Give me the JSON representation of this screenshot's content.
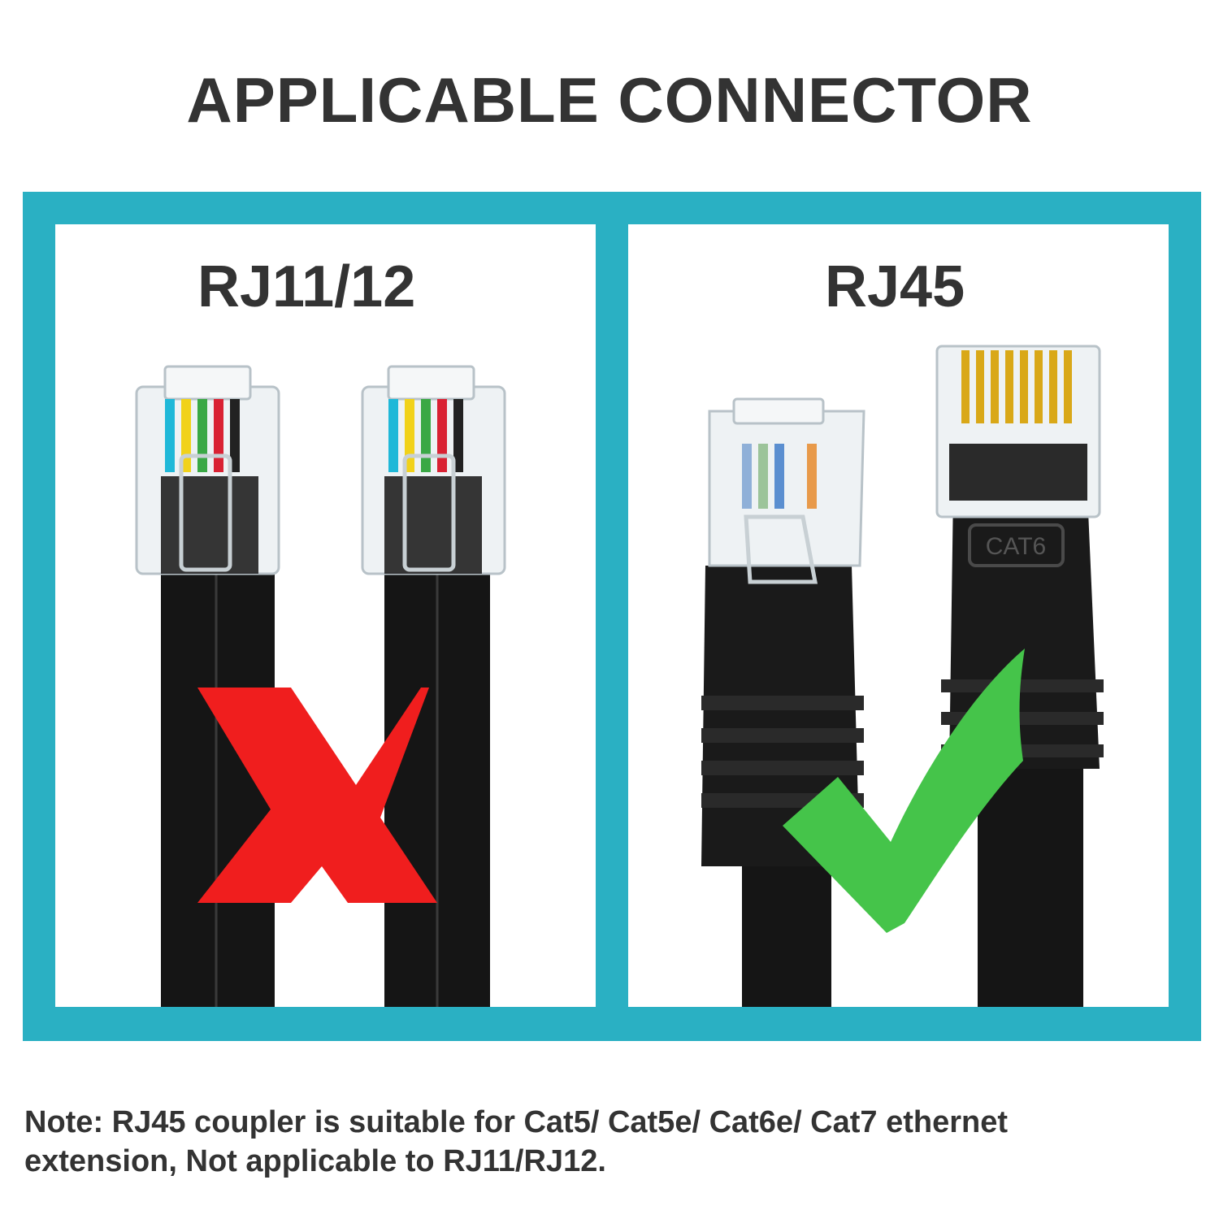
{
  "header": {
    "title": "APPLICABLE CONNECTOR"
  },
  "colors": {
    "frame": "#2ab0c3",
    "cross": "#f01e1e",
    "check": "#45c44a",
    "cable": "#151515",
    "text": "#333333"
  },
  "panels": [
    {
      "label": "RJ11/12",
      "status_icon": "cross-icon"
    },
    {
      "label": "RJ45",
      "status_icon": "check-icon",
      "cable_marking": "CAT6"
    }
  ],
  "note": {
    "line1": "Note: RJ45 coupler is suitable for Cat5/ Cat5e/ Cat6e/ Cat7 ethernet",
    "line2": "extension, Not applicable to RJ11/RJ12."
  }
}
